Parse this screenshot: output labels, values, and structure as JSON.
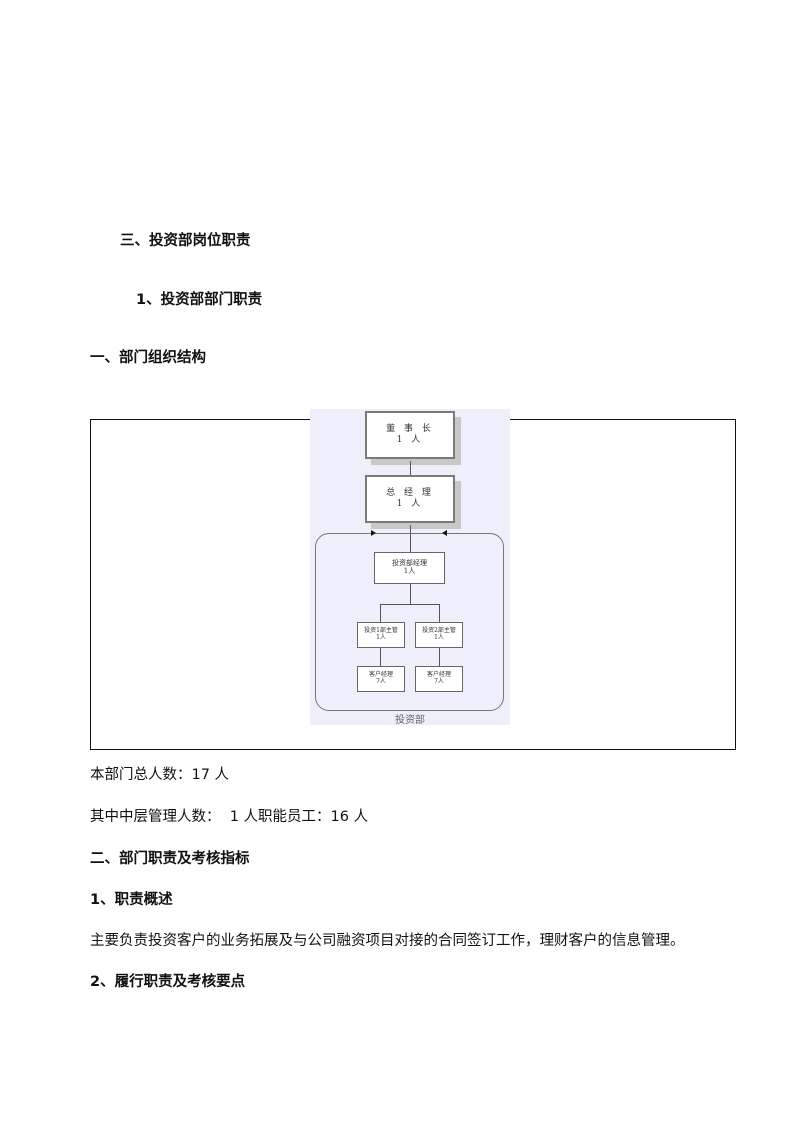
{
  "headings": {
    "section_three": "三、投资部岗位职责",
    "sub_one": "1、投资部部门职责",
    "part_one": "一、部门组织结构",
    "part_two": "二、部门职责及考核指标",
    "duty_overview": "1、职责概述",
    "duty_points": "2、履行职责及考核要点"
  },
  "org_chart": {
    "chairman": {
      "title": "董 事 长",
      "count": "1 人"
    },
    "general_manager": {
      "title": "总 经 理",
      "count": "1 人"
    },
    "dept_manager": {
      "title": "投资部经理",
      "count": "1人"
    },
    "supervisors": [
      {
        "title": "投资1部主管",
        "count": "1人"
      },
      {
        "title": "投资2部主管",
        "count": "1人"
      }
    ],
    "client_managers": [
      {
        "title": "客户经理",
        "count": "7人"
      },
      {
        "title": "客户经理",
        "count": "7人"
      }
    ],
    "department_label": "投资部",
    "colors": {
      "background": "#efeffc",
      "box_border": "#7a7a7a",
      "shadow": "#c8c8c8"
    }
  },
  "stats": {
    "total_staff": "本部门总人数：17 人",
    "breakdown": "其中中层管理人数：  1 人职能员工：16 人"
  },
  "overview_text": "主要负责投资客户的业务拓展及与公司融资项目对接的合同签订工作，理财客户的信息管理。"
}
